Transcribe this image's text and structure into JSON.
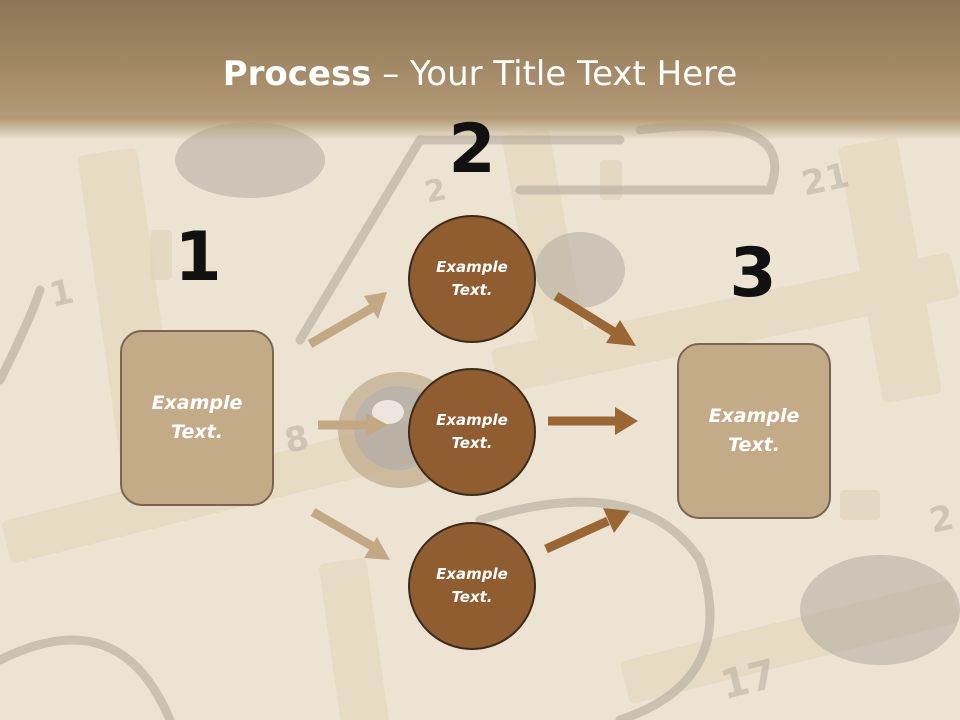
{
  "slide": {
    "title_strong": "Process",
    "title_rest": " – Your Title Text Here"
  },
  "steps": {
    "one": "1",
    "two": "2",
    "three": "3"
  },
  "boxes": {
    "left": "Example Text.",
    "right": "Example Text."
  },
  "circles": [
    "Example Text.",
    "Example Text.",
    "Example Text."
  ],
  "colors": {
    "box_fill": "#c4ab88",
    "circle_fill": "#8f5d30",
    "arrow_light": "#c4a884",
    "arrow_dark": "#9a6634",
    "title_text": "#ffffff"
  }
}
